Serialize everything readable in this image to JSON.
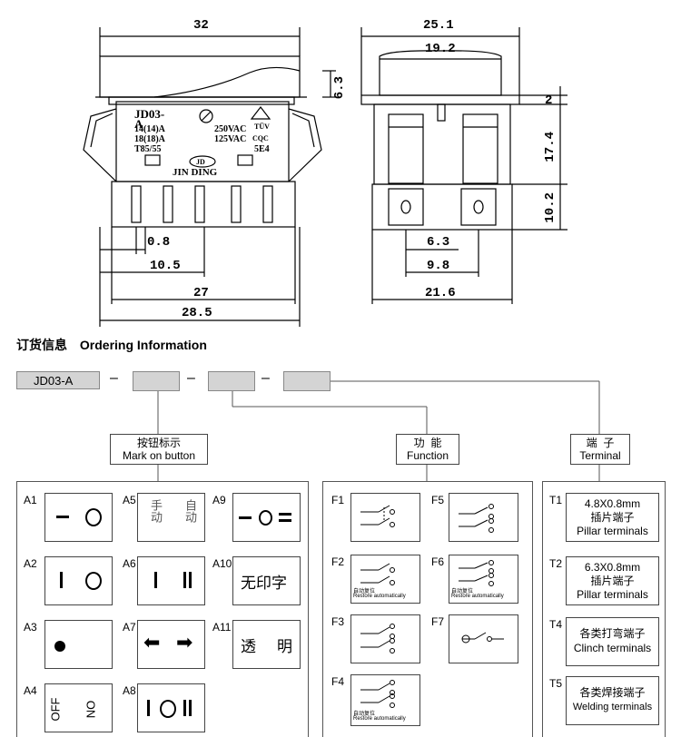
{
  "drawing": {
    "dims_left": {
      "width_top": "32",
      "height": "6.3",
      "pin": "0.8",
      "pin_pitch": "10.5",
      "body": "27",
      "overall": "28.5"
    },
    "dims_right": {
      "width_top": "25.1",
      "inner": "19.2",
      "flange": "2",
      "body": "17.4",
      "term": "10.2",
      "term_w": "6.3",
      "term_pitch": "9.8",
      "overall": "21.6"
    },
    "label": {
      "model": "JD03-A",
      "rating1": "14(14)A",
      "rating2": "18(18)A",
      "v1": "250VAC",
      "v2": "125VAC",
      "temp": "T85/55",
      "cycles": "5E4",
      "brand": "JIN DING",
      "logo": "JD",
      "tuv": "TÜV",
      "cqc": "CQC"
    }
  },
  "ordering": {
    "title_cn": "订货信息",
    "title_en": "Ordering Information",
    "model": "JD03-A",
    "dash": "–",
    "group1": {
      "cn": "按钮标示",
      "en": "Mark on button"
    },
    "group2": {
      "cn": "功  能",
      "en": "Function"
    },
    "group3": {
      "cn": "端  子",
      "en": "Terminal"
    }
  },
  "marks": [
    {
      "code": "A1"
    },
    {
      "code": "A5",
      "cn1": "手动",
      "cn2": "自动"
    },
    {
      "code": "A9"
    },
    {
      "code": "A2"
    },
    {
      "code": "A6"
    },
    {
      "code": "A10",
      "text": "无印字"
    },
    {
      "code": "A3"
    },
    {
      "code": "A7"
    },
    {
      "code": "A11",
      "cn1": "透",
      "cn2": "明"
    },
    {
      "code": "A4",
      "off": "OFF",
      "on": "ON"
    },
    {
      "code": "A8"
    }
  ],
  "functions": [
    {
      "code": "F1"
    },
    {
      "code": "F5"
    },
    {
      "code": "F2",
      "restore_cn": "自动复位",
      "restore_en": "Restore automatically"
    },
    {
      "code": "F6",
      "restore_cn": "自动复位",
      "restore_en": "Restore automatically"
    },
    {
      "code": "F3"
    },
    {
      "code": "F7"
    },
    {
      "code": "F4",
      "restore_cn": "自动复位",
      "restore_en": "Restore automatically"
    }
  ],
  "terminals": [
    {
      "code": "T1",
      "size": "4.8X0.8mm",
      "cn": "插片端子",
      "en": "Pillar terminals"
    },
    {
      "code": "T2",
      "size": "6.3X0.8mm",
      "cn": "插片端子",
      "en": "Pillar terminals"
    },
    {
      "code": "T4",
      "cn": "各类打弯端子",
      "en": "Clinch terminals"
    },
    {
      "code": "T5",
      "cn": "各类焊接端子",
      "en": "Welding terminals"
    }
  ]
}
